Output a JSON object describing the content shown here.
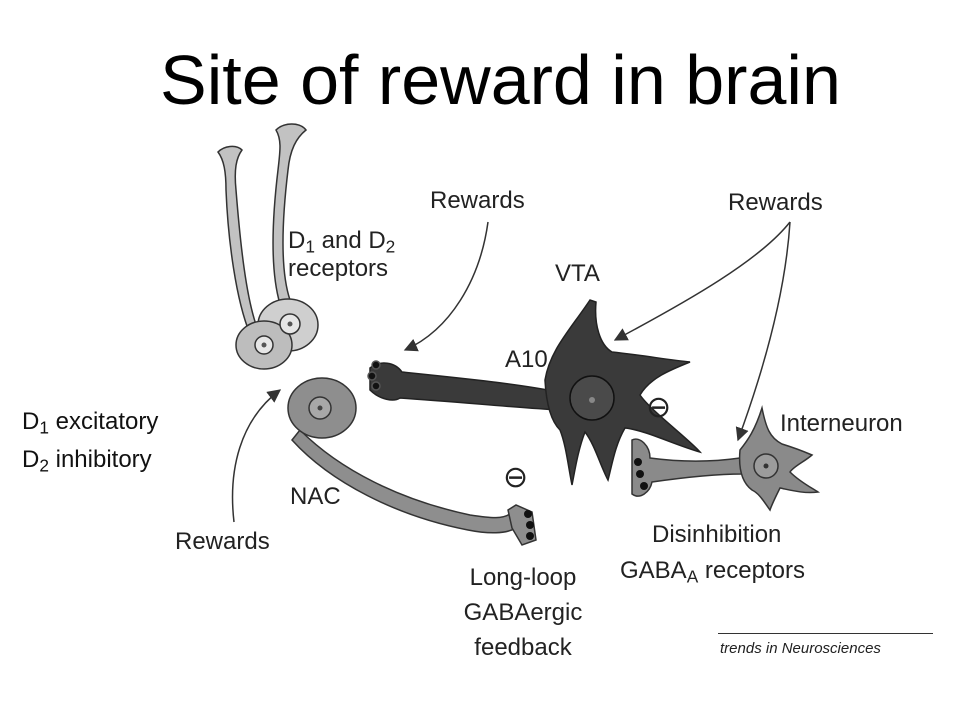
{
  "title": "Site of reward in brain",
  "labels": {
    "receptors_line1_a": "D",
    "receptors_line1_sub1": "1",
    "receptors_line1_b": " and D",
    "receptors_line1_sub2": "2",
    "receptors_line2": "receptors",
    "d1_prefix": "D",
    "d1_sub": "1",
    "d1_text": " excitatory",
    "d2_prefix": "D",
    "d2_sub": "2",
    "d2_text": " inhibitory",
    "rewards_top_middle": "Rewards",
    "rewards_top_right": "Rewards",
    "rewards_bottom_left": "Rewards",
    "vta": "VTA",
    "a10": "A10",
    "nac": "NAC",
    "interneuron": "Interneuron",
    "minus_sign_1": "⊖",
    "minus_sign_2": "⊖",
    "disinhibition": "Disinhibition",
    "gaba_a_prefix": "GABA",
    "gaba_a_sub": "A",
    "gaba_a_text": " receptors",
    "longloop_1": "Long-loop",
    "longloop_2": "GABAergic",
    "longloop_3": "feedback",
    "credit": "trends in Neurosciences"
  },
  "colors": {
    "light_neuron": "#c2c2c2",
    "nac_neuron": "#8e8e8e",
    "vta_neuron": "#3a3a3a",
    "interneuron": "#8a8a8a",
    "outline": "#333333"
  }
}
